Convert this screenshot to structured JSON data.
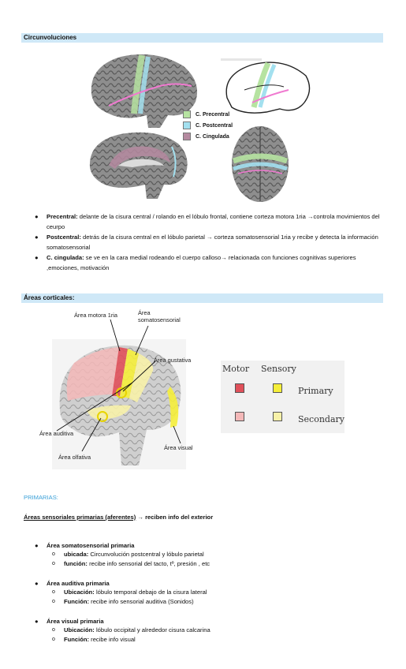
{
  "section1": {
    "title": "Circunvoluciones",
    "legend": [
      {
        "label": "C. Precentral",
        "color": "#b6e3a1"
      },
      {
        "label": "C. Postcentral",
        "color": "#a3e0ef"
      },
      {
        "label": "C. Cingulada",
        "color": "#b58aa0"
      }
    ],
    "bullets": [
      {
        "term": "Precentral:",
        "text": " delante de la cisura central / rolando en el lóbulo frontal, contiene corteza motora 1ria →controla movimientos del ceurpo"
      },
      {
        "term": "Postcentral:",
        "text": " detrás de la cisura central en el lóbulo parietal → corteza somatosensorial 1ria y recibe y detecta la información somatosensorial"
      },
      {
        "term": "C. cingulada:",
        "text": " se ve en la cara medial rodeando el cuerpo calloso→ relacionada con funciones cognitivas superiores ,emociones, motivación"
      }
    ]
  },
  "section2": {
    "title": "Áreas corticales:",
    "labels": {
      "motora": "Área motora 1ria",
      "somato": "Área somatosensorial",
      "gustativa": "Área gustativa",
      "auditiva": "Área auditiva",
      "olfativa": "Área olfativa",
      "visual": "Área visual"
    },
    "legend": {
      "motor": "Motor",
      "sensory": "Sensory",
      "primary": "Primary",
      "secondary": "Secondary",
      "colors": {
        "motor_primary": "#e0505a",
        "sensory_primary": "#f5ee3a",
        "motor_secondary": "#f4b8b8",
        "sensory_secondary": "#f7f1a8"
      }
    }
  },
  "section3": {
    "title": "PRIMARIAS:",
    "subtitle": "Áreas sensoriales primarias (aferentes)",
    "subtitle_tail": " → reciben info del exterior",
    "items": [
      {
        "title": "Área somatosensorial primaria",
        "rows": [
          {
            "k": "ubicada:",
            "v": " Circunvolución postcentral y lóbulo parietal"
          },
          {
            "k": "función:",
            "v": " recibe info sensorial del tacto, tº, presión , etc"
          }
        ]
      },
      {
        "title": "Área auditiva primaria",
        "rows": [
          {
            "k": "Ubicación:",
            "v": " lóbulo temporal debajo de la cisura lateral"
          },
          {
            "k": "Función:",
            "v": " recibe info sensorial auditiva (Sonidos)"
          }
        ]
      },
      {
        "title": "Área visual primaria",
        "rows": [
          {
            "k": "Ubicación:",
            "v": " lóbulo occipital y alrededor cisura calcarina"
          },
          {
            "k": "Función:",
            "v": " recibe info visual"
          }
        ]
      }
    ]
  }
}
